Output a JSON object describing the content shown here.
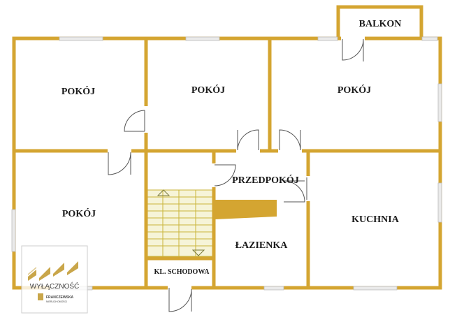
{
  "rooms": {
    "balkon": "BALKON",
    "pokoj_top_left": "POKÓJ",
    "pokoj_top_middle": "POKÓJ",
    "pokoj_top_right": "POKÓJ",
    "pokoj_bottom_left": "POKÓJ",
    "przedpokoj": "PRZEDPOKÓJ",
    "kuchnia": "KUCHNIA",
    "lazienka": "ŁAZIENKA",
    "klatka_schodowa": "KL. SCHODOWA"
  },
  "logo": {
    "headline": "WYŁĄCZNOŚĆ",
    "company": "FRANCZEWSKA",
    "tagline": "NIERUCHOMOŚCI"
  },
  "colors": {
    "wall": "#d4a531",
    "window": "#eaeaea",
    "stairs": "#f6f4d8",
    "shaft": "#d4a531"
  }
}
